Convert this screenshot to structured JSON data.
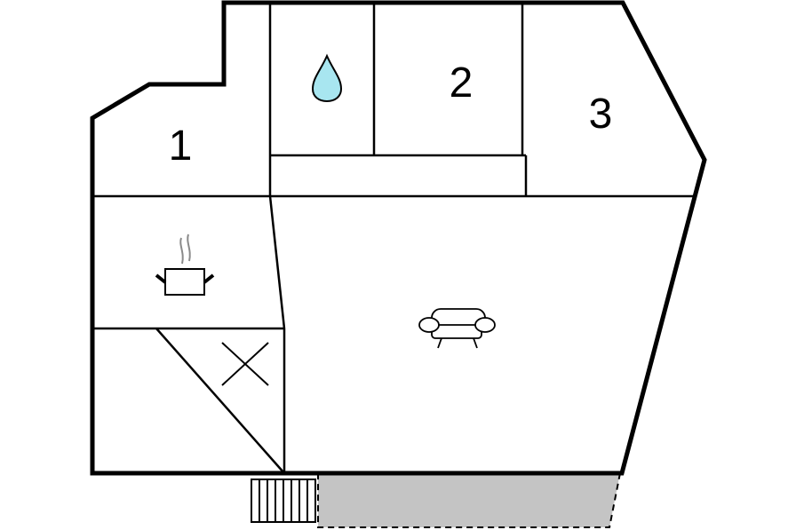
{
  "rooms": {
    "bedroom_1": "1",
    "bedroom_2": "2",
    "bedroom_3": "3"
  },
  "icons": {
    "bathroom": "water-drop-icon",
    "kitchen": "cooking-pot-icon",
    "living_room": "sofa-icon",
    "closet": "cross-mark-icon",
    "entrance": "stairs-icon",
    "outdoor": "terrace-area"
  },
  "colors": {
    "walls": "#000000",
    "background": "#ffffff",
    "water_drop": "#a8e6f0",
    "terrace": "#c4c4c4"
  }
}
